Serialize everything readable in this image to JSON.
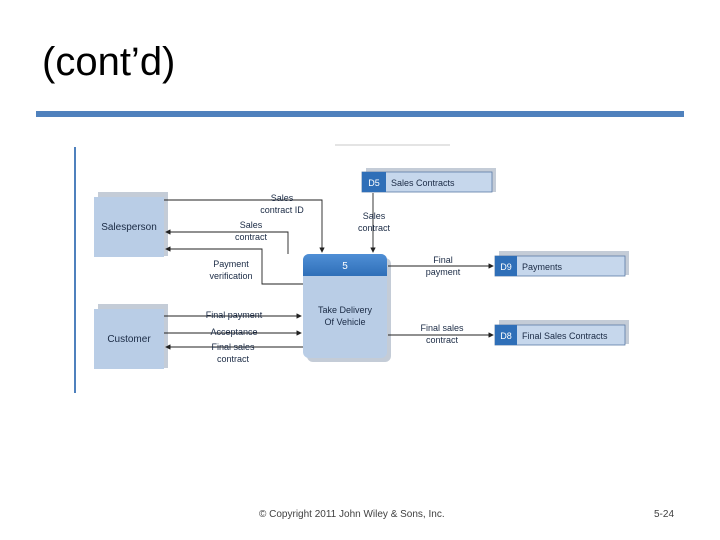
{
  "slide": {
    "title": "(cont’d)",
    "footer": "© Copyright 2011 John Wiley & Sons, Inc.",
    "page_number": "5-24",
    "accent_color": "#4f81bd"
  },
  "diagram": {
    "entities": {
      "salesperson": "Salesperson",
      "customer": "Customer"
    },
    "process": {
      "number": "5",
      "name_line1": "Take Delivery",
      "name_line2": "Of Vehicle"
    },
    "stores": {
      "sales_contracts": {
        "id": "D5",
        "name": "Sales Contracts"
      },
      "payments": {
        "id": "D9",
        "name": "Payments"
      },
      "final_sales_contracts": {
        "id": "D8",
        "name": "Final Sales Contracts"
      }
    },
    "flows": {
      "sales_contract_id_1": "Sales",
      "sales_contract_id_2": "contract ID",
      "sales_contract_top_1": "Sales",
      "sales_contract_top_2": "contract",
      "sales_contract_left_1": "Sales",
      "sales_contract_left_2": "contract",
      "payment_verification_1": "Payment",
      "payment_verification_2": "verification",
      "final_payment_left": "Final payment",
      "acceptance": "Acceptance",
      "final_sales_contract_left_1": "Final sales",
      "final_sales_contract_left_2": "contract",
      "final_payment_right_1": "Final",
      "final_payment_right_2": "payment",
      "final_sales_contract_right_1": "Final sales",
      "final_sales_contract_right_2": "contract"
    }
  }
}
